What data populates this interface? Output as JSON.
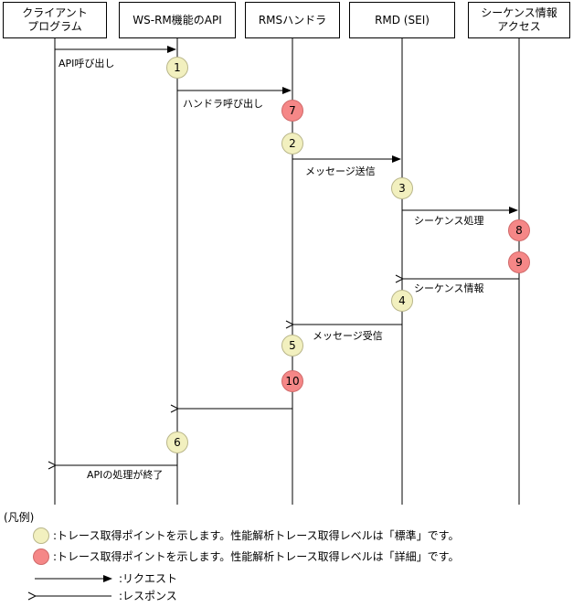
{
  "participants": [
    {
      "line1": "クライアント",
      "line2": "プログラム"
    },
    {
      "line1": "WS-RM機能のAPI",
      "line2": ""
    },
    {
      "line1": "RMSハンドラ",
      "line2": ""
    },
    {
      "line1": "RMD (SEI)",
      "line2": ""
    },
    {
      "line1": "シーケンス情報",
      "line2": "アクセス"
    }
  ],
  "messages": {
    "m1": "API呼び出し",
    "m2": "ハンドラ呼び出し",
    "m3": "メッセージ送信",
    "m4": "シーケンス処理",
    "m5": "シーケンス情報",
    "m6": "メッセージ受信",
    "m7": "APIの処理が終了"
  },
  "markers": {
    "a": "1",
    "b": "7",
    "c": "2",
    "d": "3",
    "e": "8",
    "f": "9",
    "g": "4",
    "h": "5",
    "i": "10",
    "j": "6"
  },
  "legend": {
    "title": "(凡例)",
    "standard": ":トレース取得ポイントを示します。性能解析トレース取得レベルは「標準」です。",
    "detail": ":トレース取得ポイントを示します。性能解析トレース取得レベルは「詳細」です。",
    "request": ":リクエスト",
    "response": ":レスポンス"
  },
  "colors": {
    "standard": "#f2f0bf",
    "detail": "#f58787"
  }
}
